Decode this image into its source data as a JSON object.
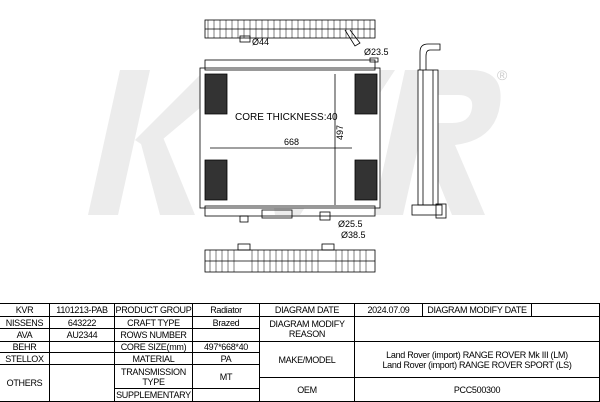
{
  "watermark": "KVR",
  "registered": "®",
  "drawing": {
    "dia_44": "Ø44",
    "dia_23_5": "Ø23.5",
    "core_thickness": "CORE THICKNESS:40",
    "width": "668",
    "height": "497",
    "dia_25_5": "Ø25.5",
    "dia_38_5": "Ø38.5"
  },
  "table": {
    "kvr_label": "KVR",
    "kvr_value": "1101213-PAB",
    "nissens_label": "NISSENS",
    "nissens_value": "643222",
    "ava_label": "AVA",
    "ava_value": "AU2344",
    "behr_label": "BEHR",
    "behr_value": "",
    "stellox_label": "STELLOX",
    "stellox_value": "",
    "others_label": "OTHERS",
    "others_value": "",
    "product_group_label": "PRODUCT GROUP",
    "product_group_value": "Radiator",
    "craft_type_label": "CRAFT TYPE",
    "craft_type_value": "Brazed",
    "rows_number_label": "ROWS NUMBER",
    "rows_number_value": "",
    "core_size_label": "CORE SIZE(mm)",
    "core_size_value": "497*668*40",
    "material_label": "MATERIAL",
    "material_value": "PA",
    "transmission_label": "TRANSMISSION TYPE",
    "transmission_value": "MT",
    "supplementary_label": "SUPPLEMENTARY",
    "supplementary_value": "",
    "diagram_date_label": "DIAGRAM DATE",
    "diagram_date_value": "2024.07.09",
    "diagram_modify_date_label": "DIAGRAM MODIFY DATE",
    "diagram_modify_date_value": "",
    "modify_reason_label": "DIAGRAM MODIFY REASON",
    "modify_reason_value": "",
    "make_model_label": "MAKE/MODEL",
    "make_model_lines": [
      "Land Rover (import) RANGE ROVER Mk III (LM)",
      "Land Rover (import) RANGE ROVER SPORT (LS)"
    ],
    "oem_label": "OEM",
    "oem_value": "PCC500300"
  }
}
